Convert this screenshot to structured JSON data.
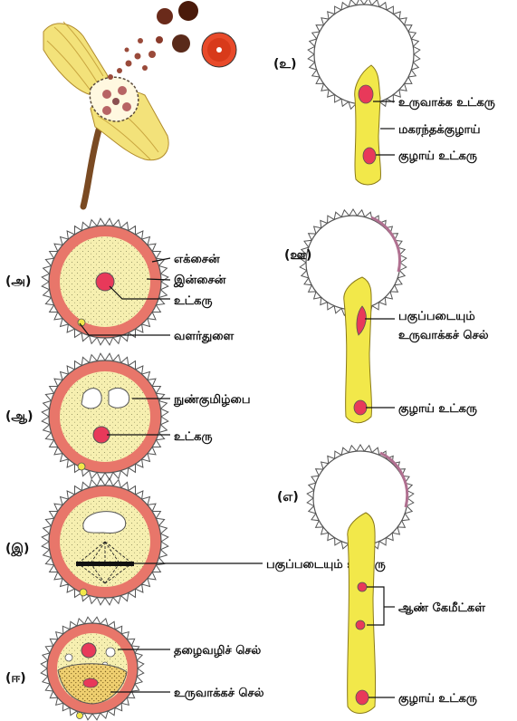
{
  "stages": {
    "a": "(அ)",
    "aa": "(ஆ)",
    "i": "(இ)",
    "ii": "(ஈ)",
    "u": "(உ)",
    "uu": "(ஊ)",
    "e": "(எ)"
  },
  "labels": {
    "exine": "எக்சைன்",
    "intine": "இன்சைன்",
    "nucleus_a": "உட்கரு",
    "germ_pore": "வளர்துளை",
    "vacuole": "நுண்குமிழ்பை",
    "nucleus_aa": "உட்கரு",
    "dividing_nucleus": "பகுப்படையும் உட்கரு",
    "tube_cell": "தழைவழிச் செல்",
    "generative_cell_ii": "உருவாக்கச் செல்",
    "generative_nucleus": "உருவாக்க உட்கரு",
    "pollen_tube": "மகரந்தக்குழாய்",
    "tube_nucleus_u": "குழாய் உட்கரு",
    "dividing_generative": "பகுப்படையும்",
    "dividing_generative_2": "உருவாக்கச் செல்",
    "tube_nucleus_uu": "குழாய் உட்கரு",
    "male_gametes": "ஆண் கேமீட்கள்",
    "tube_nucleus_e": "குழாய் உட்கரு"
  },
  "colors": {
    "exine_ring": "#e8766a",
    "cytoplasm": "#f6efb0",
    "nucleus": "#e8395a",
    "spike": "#555555",
    "pollen_tube": "#f2e84a",
    "anther": "#f3e27a",
    "stalk": "#7a4a22"
  }
}
